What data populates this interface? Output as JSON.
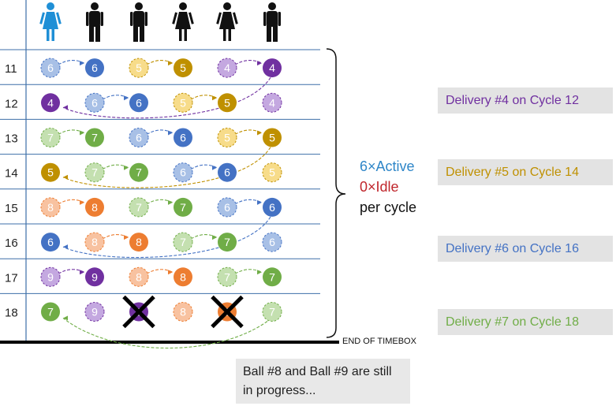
{
  "colors": {
    "grid": "#3d6fa8",
    "people_blue": "#1f8fd6",
    "people_black": "#111111",
    "timebox_line": "#000000",
    "active_text": "#2e86c8",
    "idle_text": "#c0262c",
    "ball": {
      "4": "#7030a0",
      "5": "#bf9000",
      "6": "#4472c4",
      "7": "#70ad47",
      "8": "#ed7d31",
      "9": "#7030a0"
    },
    "ball_light": {
      "4": "#c4a8e0",
      "5": "#f7dc8a",
      "6": "#a8c0e6",
      "7": "#c4e0b0",
      "8": "#f8c2a0",
      "9": "#c4a8e0"
    },
    "delivery_text": {
      "4": "#7030a0",
      "5": "#bf9000",
      "6": "#4472c4",
      "7": "#70ad47"
    }
  },
  "people": [
    "woman-icon",
    "man-icon",
    "man-icon",
    "woman-icon",
    "woman-icon",
    "man-icon"
  ],
  "rows": [
    {
      "cycle": "11",
      "balls": [
        {
          "n": "6",
          "s": "light"
        },
        {
          "n": "6",
          "s": "dark"
        },
        {
          "n": "5",
          "s": "light"
        },
        {
          "n": "5",
          "s": "dark"
        },
        {
          "n": "4",
          "s": "light"
        },
        {
          "n": "4",
          "s": "dark"
        }
      ]
    },
    {
      "cycle": "12",
      "balls": [
        {
          "n": "4",
          "s": "dark"
        },
        {
          "n": "6",
          "s": "light"
        },
        {
          "n": "6",
          "s": "dark"
        },
        {
          "n": "5",
          "s": "light"
        },
        {
          "n": "5",
          "s": "dark"
        },
        {
          "n": "4",
          "s": "light"
        }
      ]
    },
    {
      "cycle": "13",
      "balls": [
        {
          "n": "7",
          "s": "light"
        },
        {
          "n": "7",
          "s": "dark"
        },
        {
          "n": "6",
          "s": "light"
        },
        {
          "n": "6",
          "s": "dark"
        },
        {
          "n": "5",
          "s": "light"
        },
        {
          "n": "5",
          "s": "dark"
        }
      ]
    },
    {
      "cycle": "14",
      "balls": [
        {
          "n": "5",
          "s": "dark"
        },
        {
          "n": "7",
          "s": "light"
        },
        {
          "n": "7",
          "s": "dark"
        },
        {
          "n": "6",
          "s": "light"
        },
        {
          "n": "6",
          "s": "dark"
        },
        {
          "n": "5",
          "s": "light"
        }
      ]
    },
    {
      "cycle": "15",
      "balls": [
        {
          "n": "8",
          "s": "light"
        },
        {
          "n": "8",
          "s": "dark"
        },
        {
          "n": "7",
          "s": "light"
        },
        {
          "n": "7",
          "s": "dark"
        },
        {
          "n": "6",
          "s": "light"
        },
        {
          "n": "6",
          "s": "dark"
        }
      ]
    },
    {
      "cycle": "16",
      "balls": [
        {
          "n": "6",
          "s": "dark"
        },
        {
          "n": "8",
          "s": "light"
        },
        {
          "n": "8",
          "s": "dark"
        },
        {
          "n": "7",
          "s": "light"
        },
        {
          "n": "7",
          "s": "dark"
        },
        {
          "n": "6",
          "s": "light"
        }
      ]
    },
    {
      "cycle": "17",
      "balls": [
        {
          "n": "9",
          "s": "light"
        },
        {
          "n": "9",
          "s": "dark"
        },
        {
          "n": "8",
          "s": "light"
        },
        {
          "n": "8",
          "s": "dark"
        },
        {
          "n": "7",
          "s": "light"
        },
        {
          "n": "7",
          "s": "dark"
        }
      ]
    },
    {
      "cycle": "18",
      "balls": [
        {
          "n": "7",
          "s": "dark"
        },
        {
          "n": "9",
          "s": "light"
        },
        {
          "n": "9",
          "s": "crossed"
        },
        {
          "n": "8",
          "s": "light"
        },
        {
          "n": "8",
          "s": "crossed"
        },
        {
          "n": "7",
          "s": "light"
        }
      ]
    }
  ],
  "arrows": [
    {
      "row": 0,
      "from": 0,
      "to": 1,
      "ball": "6"
    },
    {
      "row": 0,
      "from": 2,
      "to": 3,
      "ball": "5"
    },
    {
      "row": 0,
      "from": 4,
      "to": 5,
      "ball": "4"
    },
    {
      "row": 1,
      "from": 1,
      "to": 2,
      "ball": "6"
    },
    {
      "row": 1,
      "from": 3,
      "to": 4,
      "ball": "5"
    },
    {
      "row": 1,
      "from": 5,
      "to": 0,
      "ball": "4"
    },
    {
      "row": 2,
      "from": 0,
      "to": 1,
      "ball": "7"
    },
    {
      "row": 2,
      "from": 2,
      "to": 3,
      "ball": "6"
    },
    {
      "row": 2,
      "from": 4,
      "to": 5,
      "ball": "5"
    },
    {
      "row": 3,
      "from": 1,
      "to": 2,
      "ball": "7"
    },
    {
      "row": 3,
      "from": 3,
      "to": 4,
      "ball": "6"
    },
    {
      "row": 3,
      "from": 5,
      "to": 0,
      "ball": "5"
    },
    {
      "row": 4,
      "from": 0,
      "to": 1,
      "ball": "8"
    },
    {
      "row": 4,
      "from": 2,
      "to": 3,
      "ball": "7"
    },
    {
      "row": 4,
      "from": 4,
      "to": 5,
      "ball": "6"
    },
    {
      "row": 5,
      "from": 1,
      "to": 2,
      "ball": "8"
    },
    {
      "row": 5,
      "from": 3,
      "to": 4,
      "ball": "7"
    },
    {
      "row": 5,
      "from": 5,
      "to": 0,
      "ball": "6"
    },
    {
      "row": 6,
      "from": 0,
      "to": 1,
      "ball": "9"
    },
    {
      "row": 6,
      "from": 2,
      "to": 3,
      "ball": "8"
    },
    {
      "row": 6,
      "from": 4,
      "to": 5,
      "ball": "7"
    },
    {
      "row": 7,
      "from": 5,
      "to": 0,
      "ball": "7"
    }
  ],
  "stats": {
    "active": "6×Active",
    "idle": "0×Idle",
    "per": "per cycle"
  },
  "deliveries": [
    {
      "text": "Delivery #4 on Cycle 12",
      "ball": "4"
    },
    {
      "text": "Delivery #5 on Cycle 14",
      "ball": "5"
    },
    {
      "text": "Delivery #6 on Cycle 16",
      "ball": "6"
    },
    {
      "text": "Delivery #7 on Cycle 18",
      "ball": "7"
    }
  ],
  "end_of_timebox": "END OF TIMEBOX",
  "note": "Ball #8 and Ball #9 are still in progress..."
}
